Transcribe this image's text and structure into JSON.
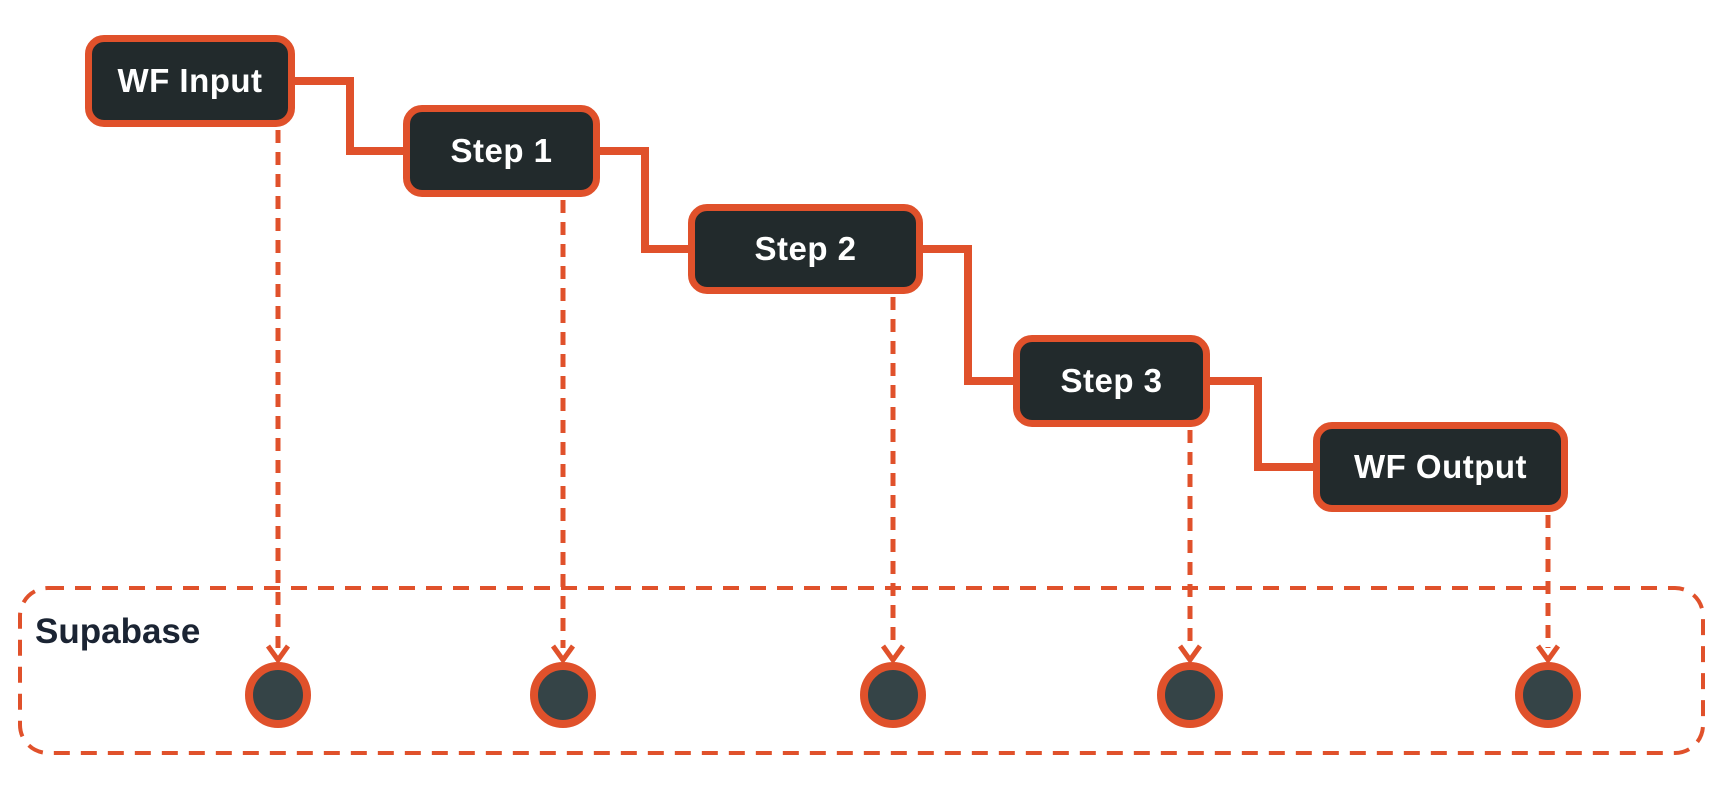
{
  "diagram": {
    "nodes": [
      {
        "id": "wf-input",
        "label": "WF Input"
      },
      {
        "id": "step-1",
        "label": "Step 1"
      },
      {
        "id": "step-2",
        "label": "Step 2"
      },
      {
        "id": "step-3",
        "label": "Step 3"
      },
      {
        "id": "wf-output",
        "label": "WF Output"
      }
    ],
    "container": {
      "label": "Supabase",
      "db_node_count": 5
    },
    "edges": [
      {
        "from": "wf-input",
        "to": "step-1",
        "style": "solid-elbow"
      },
      {
        "from": "step-1",
        "to": "step-2",
        "style": "solid-elbow"
      },
      {
        "from": "step-2",
        "to": "step-3",
        "style": "solid-elbow"
      },
      {
        "from": "step-3",
        "to": "wf-output",
        "style": "solid-elbow"
      },
      {
        "from": "wf-input",
        "to": "supabase-db-1",
        "style": "dashed-arrow"
      },
      {
        "from": "step-1",
        "to": "supabase-db-2",
        "style": "dashed-arrow"
      },
      {
        "from": "step-2",
        "to": "supabase-db-3",
        "style": "dashed-arrow"
      },
      {
        "from": "step-3",
        "to": "supabase-db-4",
        "style": "dashed-arrow"
      },
      {
        "from": "wf-output",
        "to": "supabase-db-5",
        "style": "dashed-arrow"
      }
    ],
    "colors": {
      "accent_orange": "#E0512B",
      "node_fill": "#222A2C",
      "node_text": "#FFFFFF",
      "db_circle_fill": "#354447",
      "container_label_text": "#1B2433",
      "background": "#FFFFFF"
    }
  }
}
